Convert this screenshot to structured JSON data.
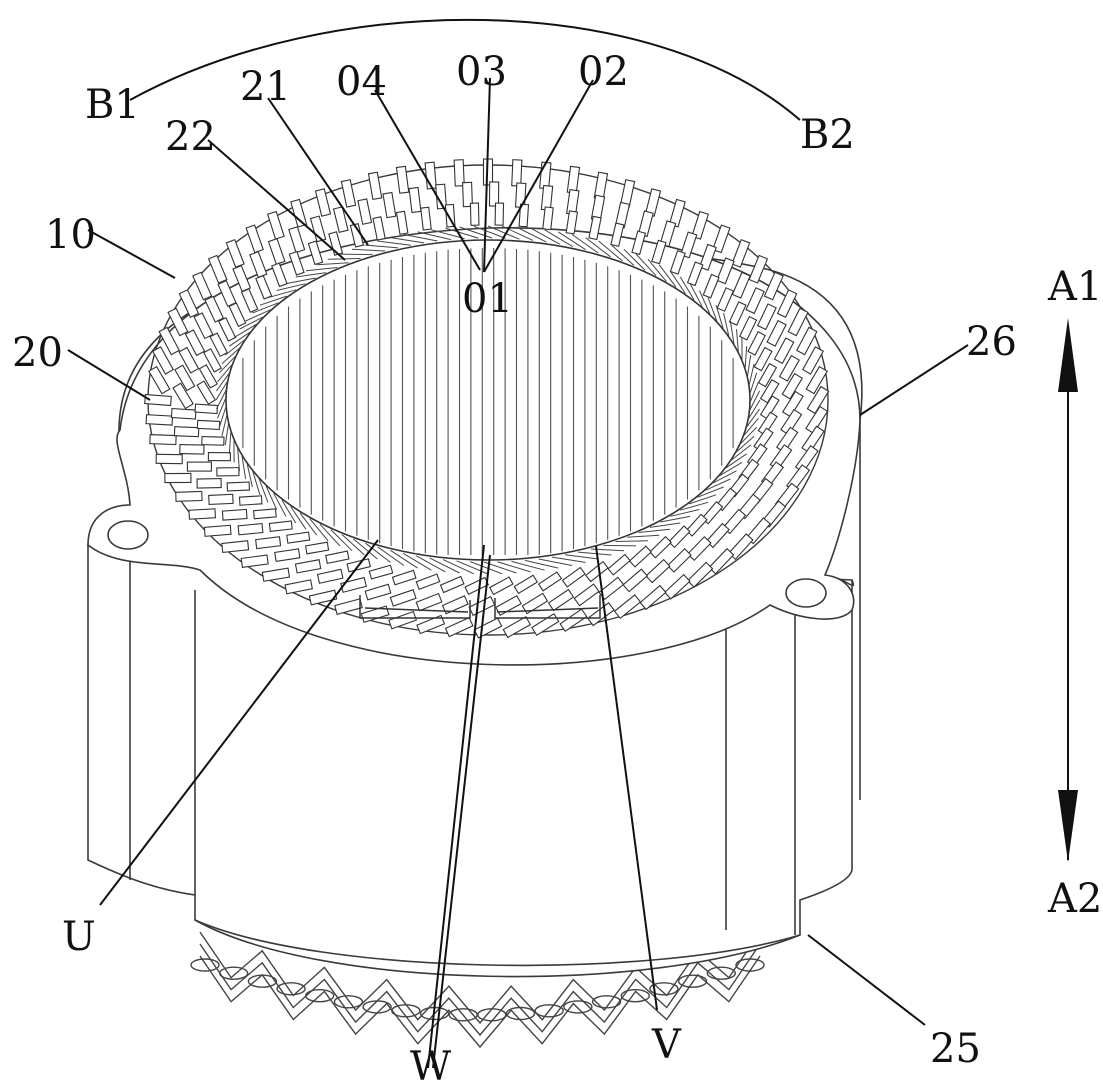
{
  "labels": {
    "b1": "B1",
    "b2": "B2",
    "l21": "21",
    "l04": "04",
    "l03": "03",
    "l02": "02",
    "l22": "22",
    "l10": "10",
    "l01": "01",
    "a1": "A1",
    "l20": "20",
    "l26": "26",
    "a2": "A2",
    "u": "U",
    "w": "W",
    "v": "V",
    "l25": "25"
  },
  "colors": {
    "line": "#111111",
    "stroke": "#3a3a3a",
    "background": "#ffffff"
  }
}
